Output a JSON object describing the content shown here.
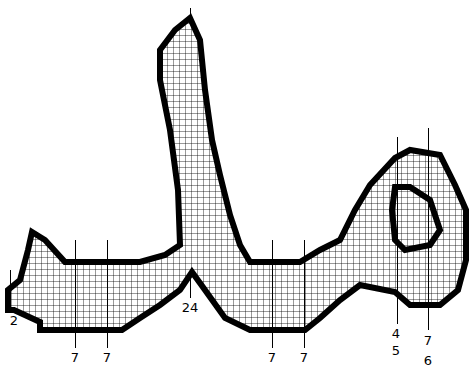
{
  "diagram": {
    "labels": [
      "2",
      "7",
      "7",
      "24",
      "7",
      "7",
      "4",
      "5",
      "7",
      "6"
    ]
  }
}
